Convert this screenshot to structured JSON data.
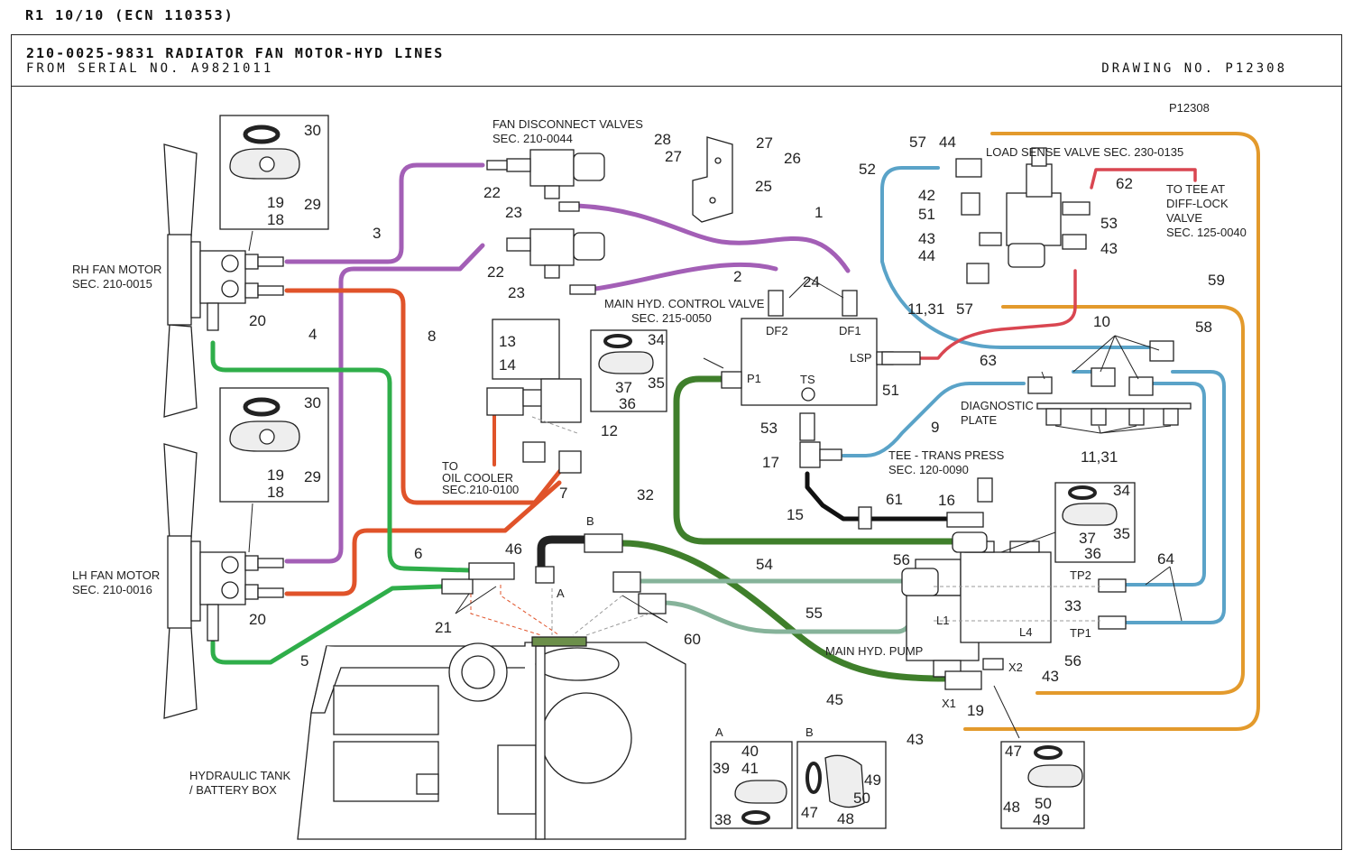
{
  "header": {
    "revision": "R1 10/10 (ECN 110353)",
    "title": "210-0025-9831 RADIATOR FAN MOTOR-HYD LINES",
    "serial": "FROM SERIAL NO. A9821011",
    "drawing_no": "DRAWING NO. P12308"
  },
  "labels": {
    "ref": "P12308",
    "fan_disconnect": "FAN DISCONNECT VALVES",
    "fan_disconnect_sec": "SEC. 210-0044",
    "rh_fan": "RH FAN MOTOR",
    "rh_fan_sec": "SEC. 210-0015",
    "lh_fan": "LH FAN MOTOR",
    "lh_fan_sec": "SEC. 210-0016",
    "main_valve": "MAIN HYD. CONTROL VALVE",
    "main_valve_sec": "SEC. 215-0050",
    "load_sense": "LOAD SENSE VALVE SEC. 230-0135",
    "diff_lock_1": "TO TEE AT",
    "diff_lock_2": "DIFF-LOCK",
    "diff_lock_3": "VALVE",
    "diff_lock_4": "SEC. 125-0040",
    "diagnostic_1": "DIAGNOSTIC",
    "diagnostic_2": "PLATE",
    "tee_1": "TEE - TRANS PRESS",
    "tee_2": "SEC. 120-0090",
    "oil_cooler_1": "TO",
    "oil_cooler_2": "OIL COOLER",
    "oil_cooler_3": "SEC.210-0100",
    "main_pump": "MAIN HYD. PUMP",
    "tank_1": "HYDRAULIC TANK",
    "tank_2": "/ BATTERY BOX",
    "df2": "DF2",
    "df1": "DF1",
    "lsp": "LSP",
    "p1": "P1",
    "ts": "TS",
    "tp1": "TP1",
    "tp2": "TP2",
    "l1": "L1",
    "l4": "L4",
    "x1": "X1",
    "x2": "X2",
    "view_a": "A",
    "view_b": "B"
  },
  "callouts": [
    "1",
    "2",
    "3",
    "4",
    "5",
    "6",
    "7",
    "8",
    "9",
    "10",
    "11,31",
    "12",
    "13",
    "14",
    "15",
    "16",
    "17",
    "18",
    "19",
    "20",
    "21",
    "22",
    "23",
    "24",
    "25",
    "26",
    "27",
    "28",
    "29",
    "30",
    "32",
    "33",
    "34",
    "35",
    "36",
    "37",
    "38",
    "39",
    "40",
    "41",
    "42",
    "43",
    "44",
    "45",
    "46",
    "47",
    "48",
    "49",
    "50",
    "51",
    "52",
    "53",
    "54",
    "55",
    "56",
    "57",
    "58",
    "59",
    "60",
    "61",
    "62",
    "63",
    "64"
  ],
  "colors": {
    "purple": "#a35fb6",
    "orange_red": "#e0532a",
    "green": "#2fae4a",
    "dark_green": "#3f7f2b",
    "blue": "#5aa3c8",
    "gold": "#e39a2c",
    "red": "#d94651",
    "sage": "#86b39a",
    "black": "#111111"
  }
}
